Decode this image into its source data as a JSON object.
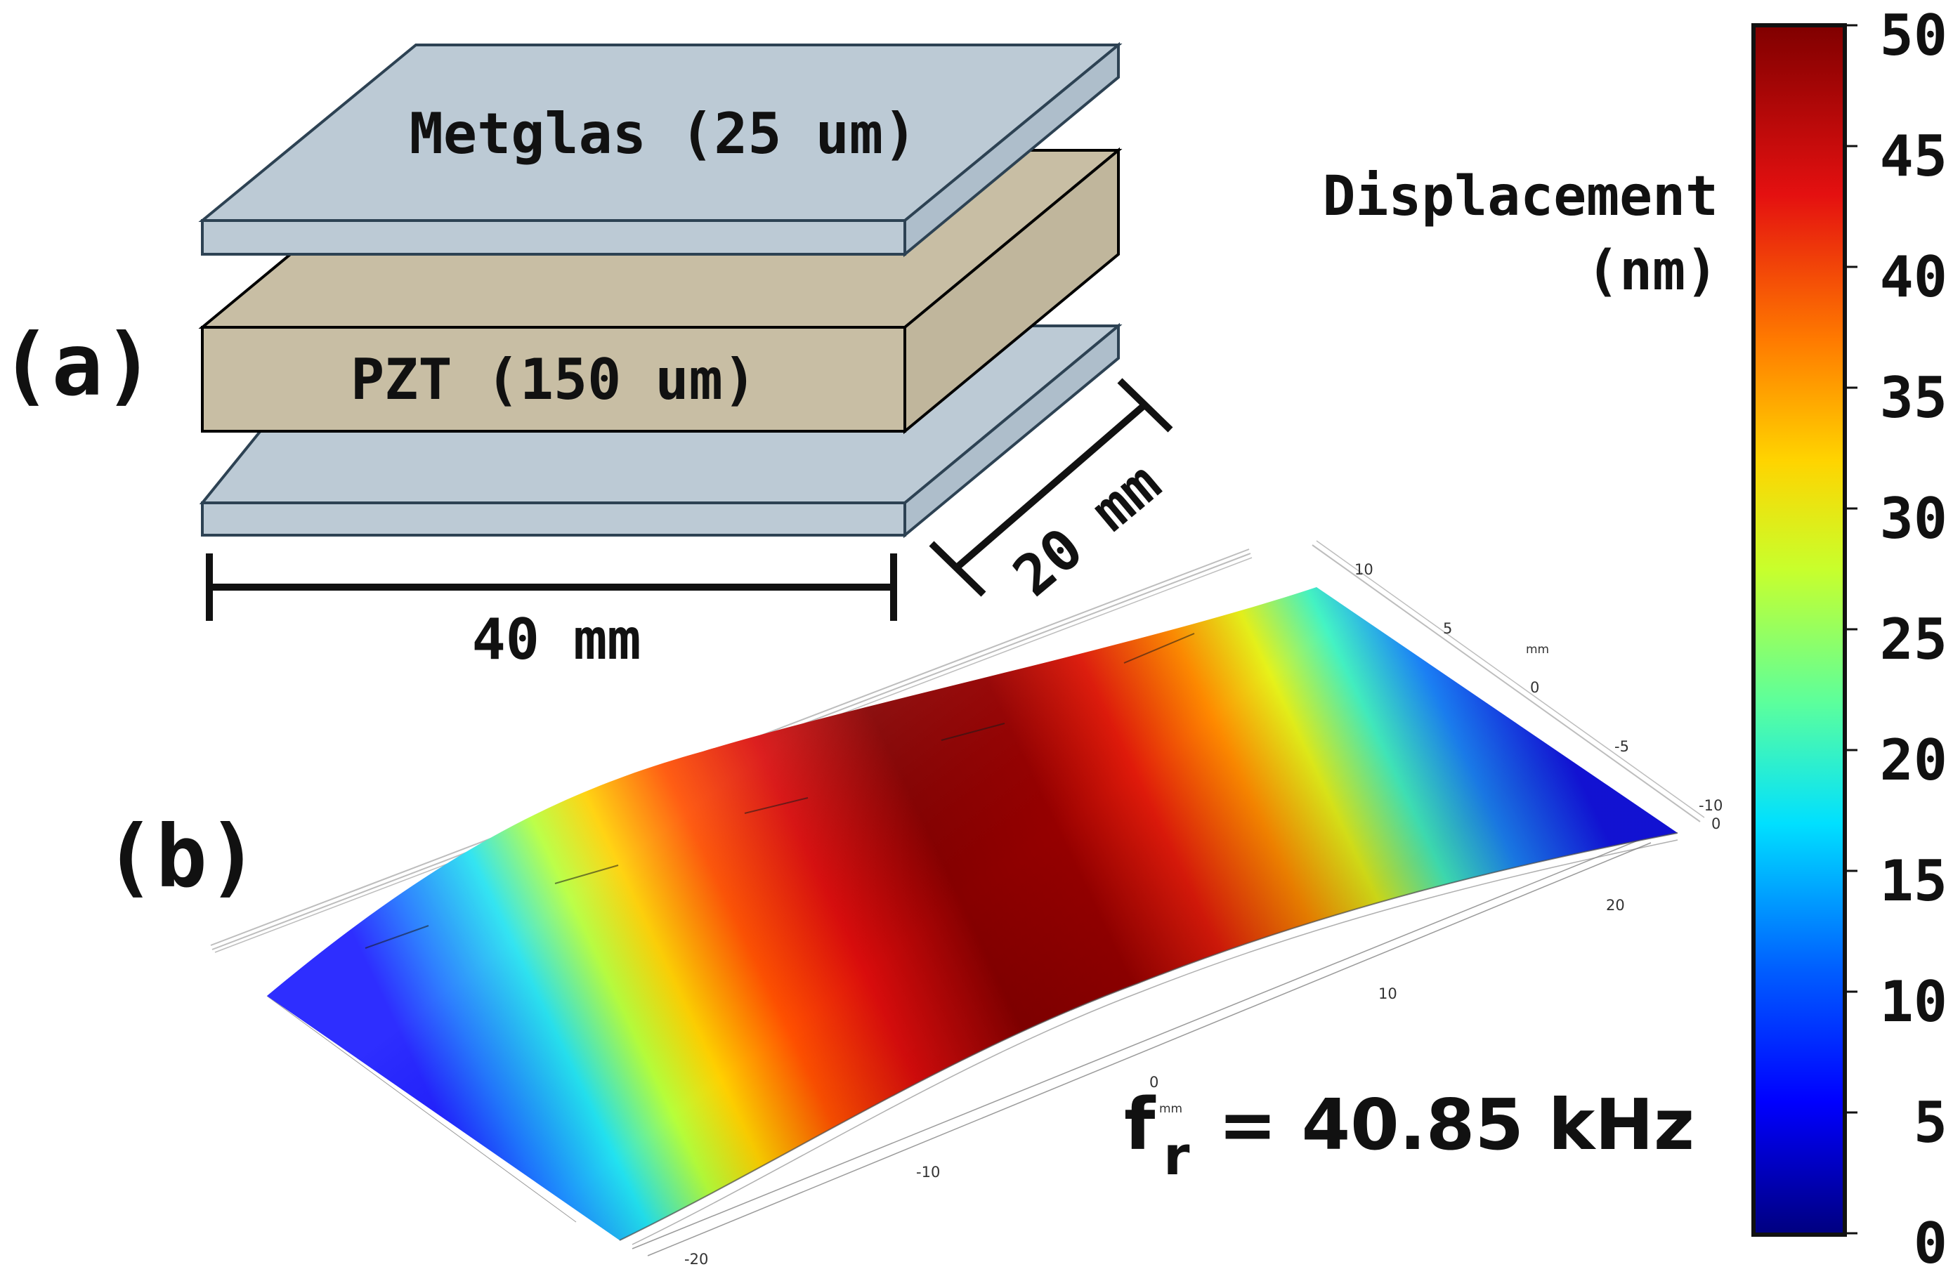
{
  "panel_a": {
    "label": "(a)",
    "top_layer": "Metglas (25 um)",
    "middle_layer": "PZT (150 um)",
    "length": "40 mm",
    "width": "20 mm"
  },
  "panel_b": {
    "label": "(b)",
    "resonance_symbol": "f",
    "resonance_subscript": "r",
    "resonance_value": "= 40.85 kHz",
    "axis_unit": "mm",
    "y_ticks": [
      "10",
      "5",
      "0",
      "-5",
      "-10"
    ],
    "x_ticks": [
      "20",
      "10",
      "0",
      "-10",
      "-20"
    ],
    "z_tick": "0"
  },
  "colorbar": {
    "title_line1": "Displacement",
    "title_line2": "(nm)",
    "ticks": [
      "50",
      "45",
      "40",
      "35",
      "30",
      "25",
      "20",
      "15",
      "10",
      "5",
      "0"
    ],
    "colormap": "jet"
  },
  "colors": {
    "metglas": "#bccad5",
    "metglas_edge": "#2d4253",
    "pzt": "#c8bea4",
    "pzt_edge": "#000000"
  }
}
